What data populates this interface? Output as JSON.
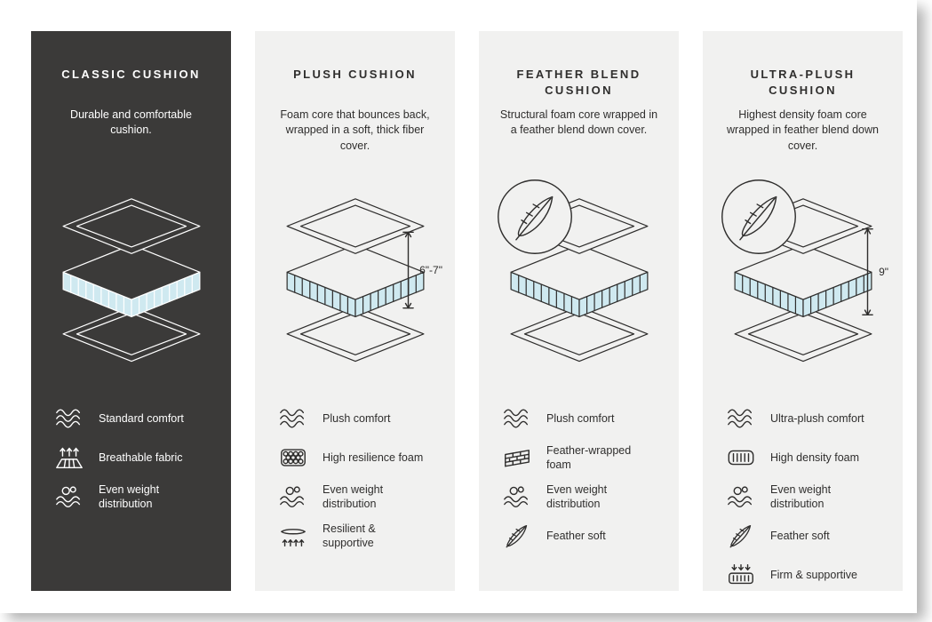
{
  "colors": {
    "dark_card_bg": "#3b3a39",
    "light_card_bg": "#f1f1f0",
    "foam_blue": "#cfe9f0",
    "ink_dark": "#2f2e2d",
    "ink_light": "#ffffff"
  },
  "columns": [
    {
      "id": "classic",
      "title": "CLASSIC CUSHION",
      "description": "Durable and comfortable cushion.",
      "diagram": {
        "has_feather_badge": false,
        "height_label": ""
      },
      "features": [
        {
          "icon": "waves-icon",
          "label": "Standard comfort"
        },
        {
          "icon": "breathable-icon",
          "label": "Breathable fabric"
        },
        {
          "icon": "weight-distribution-icon",
          "label": "Even weight distribution"
        }
      ]
    },
    {
      "id": "plush",
      "title": "PLUSH CUSHION",
      "description": "Foam core that bounces back, wrapped in a soft, thick fiber cover.",
      "diagram": {
        "has_feather_badge": false,
        "height_label": "6\"-7\""
      },
      "features": [
        {
          "icon": "waves-icon",
          "label": "Plush comfort"
        },
        {
          "icon": "bubbles-foam-icon",
          "label": "High resilience foam"
        },
        {
          "icon": "weight-distribution-icon",
          "label": "Even weight distribution"
        },
        {
          "icon": "resilient-icon",
          "label": "Resilient & supportive"
        }
      ]
    },
    {
      "id": "feather-blend",
      "title": "FEATHER BLEND CUSHION",
      "description": "Structural foam core wrapped in a feather blend down cover.",
      "diagram": {
        "has_feather_badge": true,
        "height_label": ""
      },
      "features": [
        {
          "icon": "waves-icon",
          "label": "Plush comfort"
        },
        {
          "icon": "brick-foam-icon",
          "label": "Feather-wrapped foam"
        },
        {
          "icon": "weight-distribution-icon",
          "label": "Even weight distribution"
        },
        {
          "icon": "feather-icon",
          "label": "Feather soft"
        }
      ]
    },
    {
      "id": "ultra-plush",
      "title": "ULTRA-PLUSH CUSHION",
      "description": "Highest density foam core wrapped in feather blend down cover.",
      "diagram": {
        "has_feather_badge": true,
        "height_label": "9\""
      },
      "features": [
        {
          "icon": "waves-icon",
          "label": "Ultra-plush comfort"
        },
        {
          "icon": "density-foam-icon",
          "label": "High density foam"
        },
        {
          "icon": "weight-distribution-icon",
          "label": "Even weight distribution"
        },
        {
          "icon": "feather-icon",
          "label": "Feather soft"
        },
        {
          "icon": "firm-icon",
          "label": "Firm & supportive"
        }
      ]
    }
  ]
}
